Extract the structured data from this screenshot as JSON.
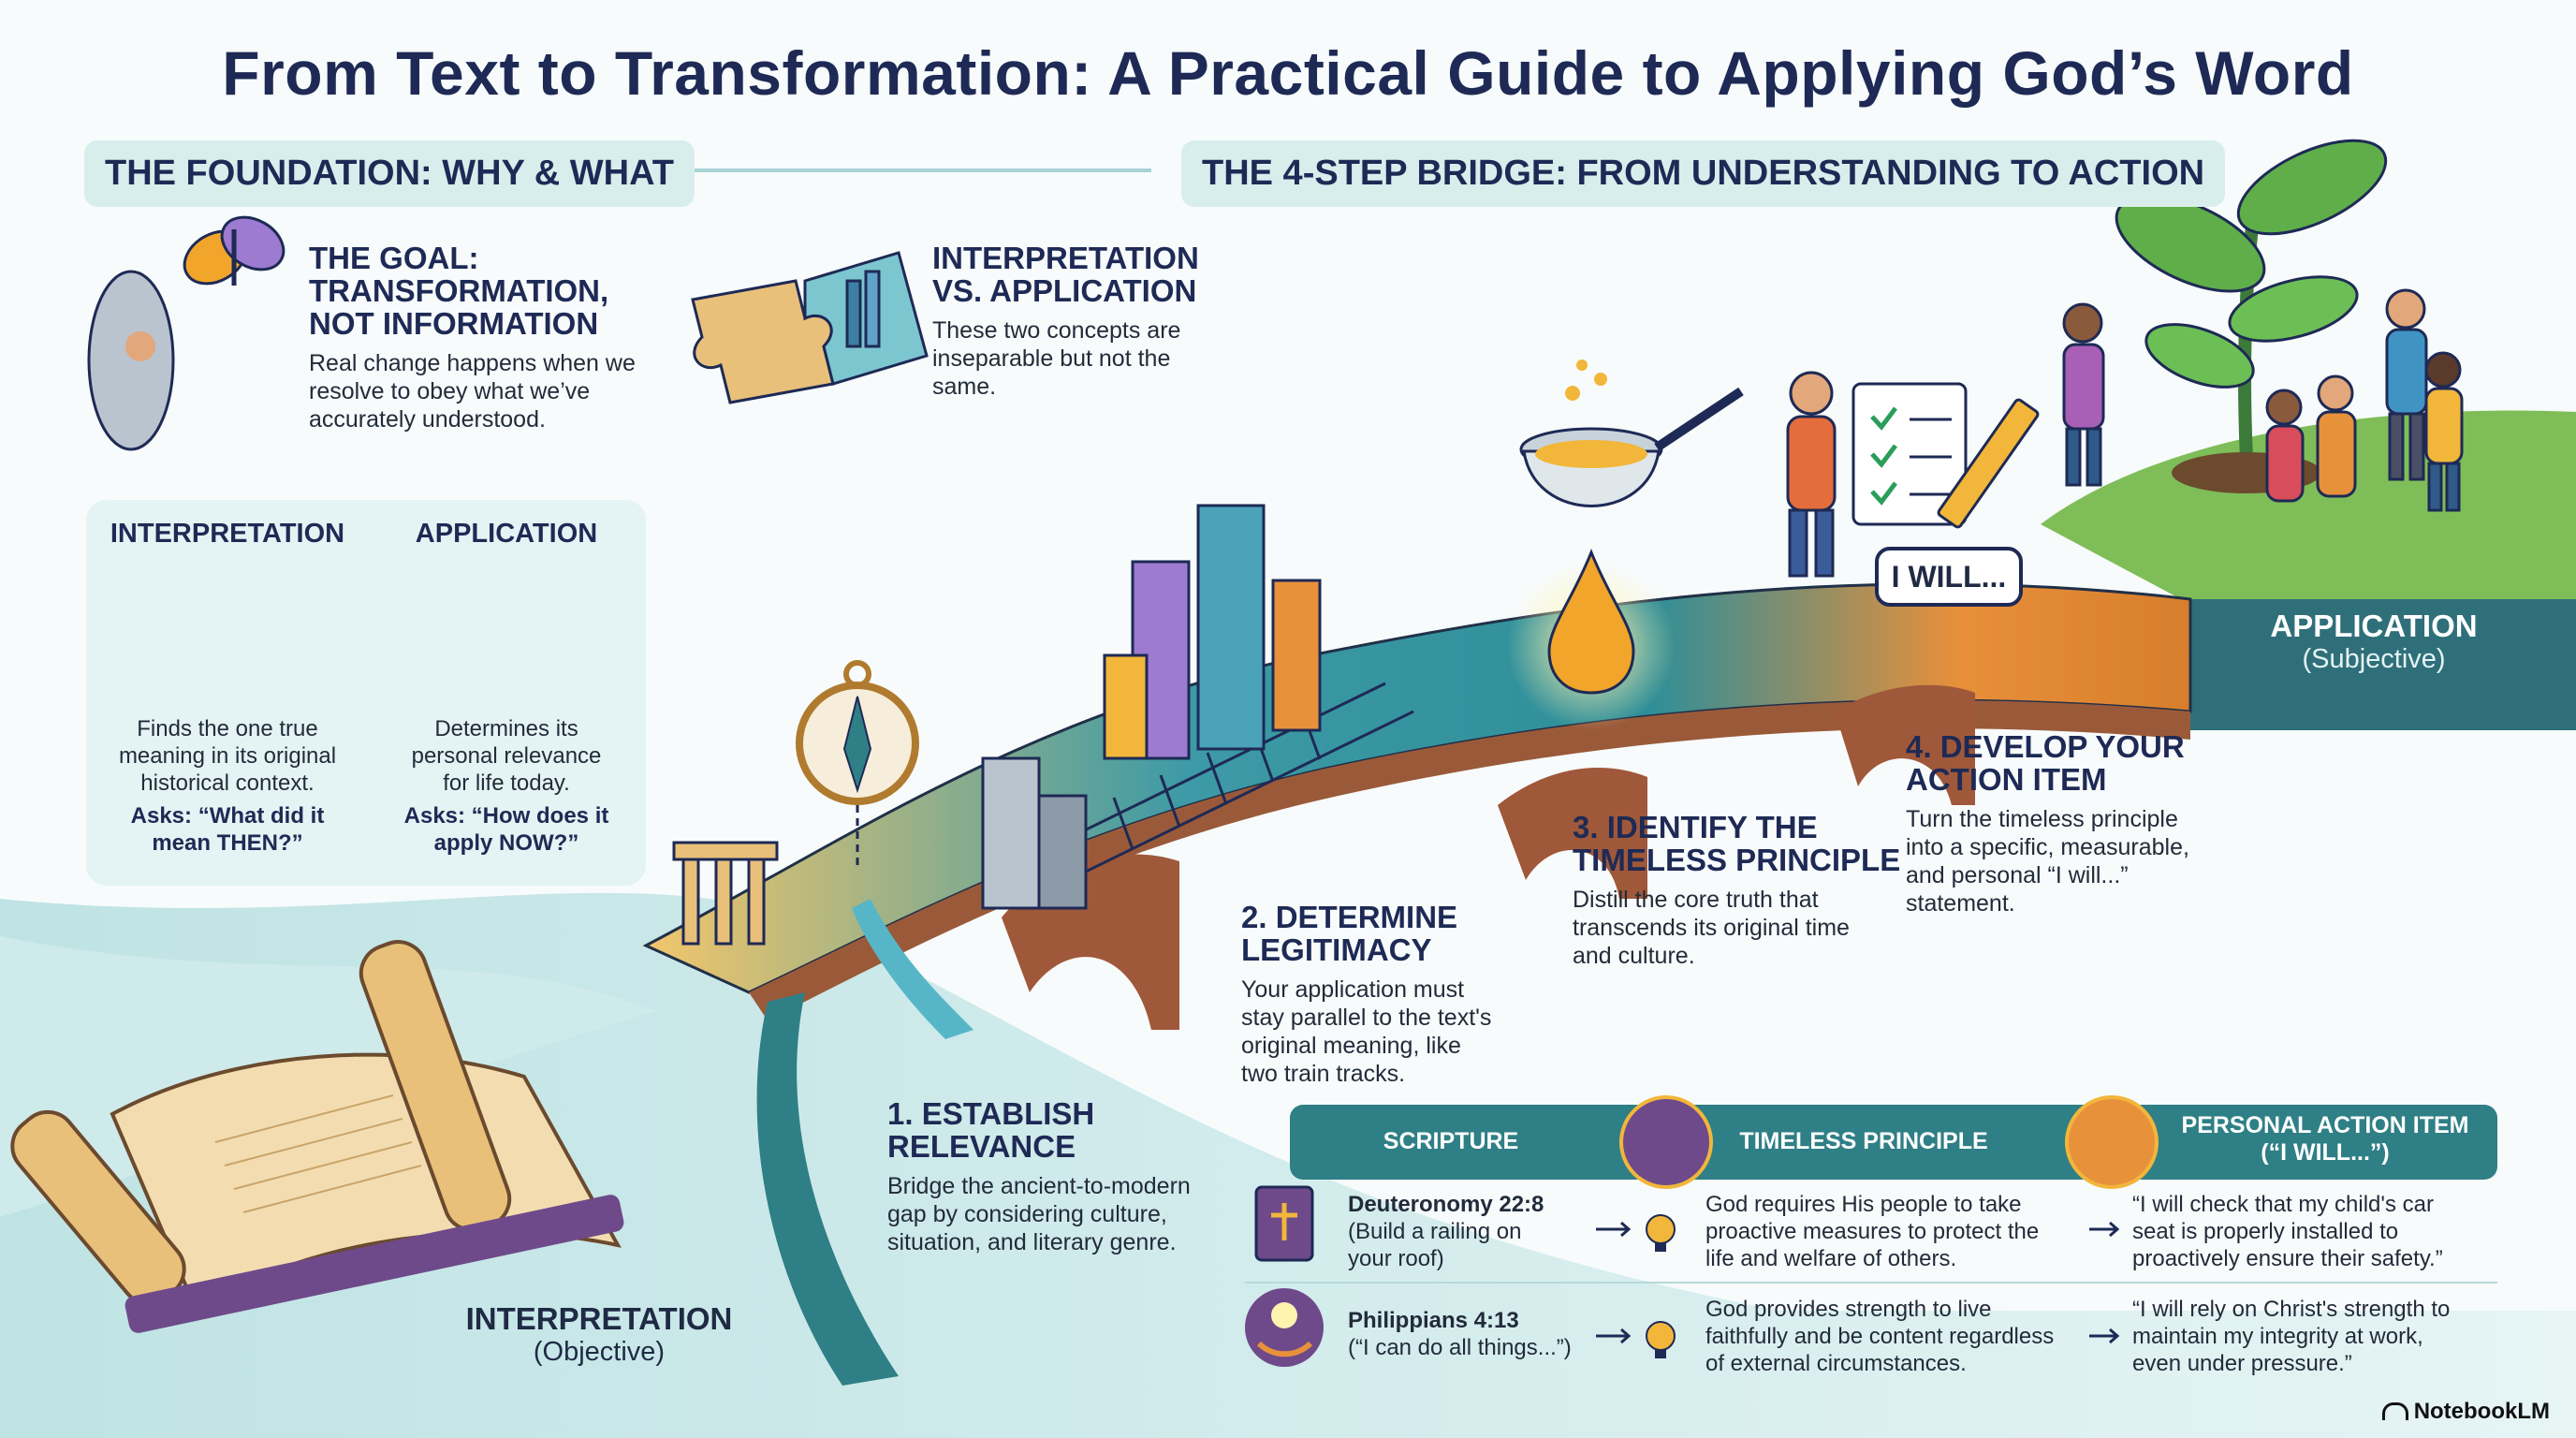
{
  "title": "From Text to Transformation: A Practical Guide to Applying God’s Word",
  "foundation": {
    "band_label": "THE FOUNDATION: WHY & WHAT",
    "goal": {
      "heading": [
        "THE GOAL:",
        "TRANSFORMATION,",
        "NOT INFORMATION"
      ],
      "text": [
        "Real change happens when we",
        "resolve to obey what we’ve",
        "accurately understood."
      ]
    },
    "interp_vs_app": {
      "heading": [
        "INTERPRETATION",
        "VS. APPLICATION"
      ],
      "text": [
        "These two concepts are",
        "inseparable but not the",
        "same."
      ]
    },
    "compare": {
      "interpretation": {
        "heading": "INTERPRETATION",
        "text": [
          "Finds the one true",
          "meaning in its original",
          "historical context."
        ],
        "asks": [
          "Asks: “What did it",
          "mean THEN?”"
        ]
      },
      "application": {
        "heading": "APPLICATION",
        "text": [
          "Determines its",
          "personal relevance",
          "for life today."
        ],
        "asks": [
          "Asks: “How does it",
          "apply NOW?”"
        ]
      }
    }
  },
  "bridge": {
    "band_label": "THE 4-STEP BRIDGE: FROM UNDERSTANDING TO ACTION",
    "bubble": "I WILL...",
    "steps": [
      {
        "heading": [
          "1. ESTABLISH",
          "RELEVANCE"
        ],
        "text": [
          "Bridge the ancient-to-modern",
          "gap by considering culture,",
          "situation, and literary genre."
        ]
      },
      {
        "heading": [
          "2. DETERMINE",
          "LEGITIMACY"
        ],
        "text": [
          "Your application must",
          "stay parallel to the text's",
          "original meaning, like",
          "two train tracks."
        ]
      },
      {
        "heading": [
          "3. IDENTIFY THE",
          "TIMELESS PRINCIPLE"
        ],
        "text": [
          "Distill the core truth that",
          "transcends its original time",
          "and culture."
        ]
      },
      {
        "heading": [
          "4. DEVELOP YOUR",
          "ACTION ITEM"
        ],
        "text": [
          "Turn the timeless principle",
          "into a specific, measurable,",
          "and personal “I will...”",
          "statement."
        ]
      }
    ],
    "interpretation_end": {
      "label": "INTERPRETATION",
      "sub": "(Objective)"
    },
    "application_end": {
      "label": "APPLICATION",
      "sub": "(Subjective)"
    }
  },
  "table": {
    "headers": [
      "SCRIPTURE",
      "TIMELESS PRINCIPLE",
      "PERSONAL ACTION ITEM",
      "(“I WILL...”)"
    ],
    "rows": [
      {
        "ref": "Deuteronomy 22:8",
        "ref_note": [
          "(Build a railing on",
          "your roof)"
        ],
        "principle": [
          "God requires His people to take",
          "proactive measures to protect the",
          "life and welfare of others."
        ],
        "action": [
          "“I will check that my child's car",
          "seat is properly installed to",
          "proactively ensure their safety.”"
        ]
      },
      {
        "ref": "Philippians 4:13",
        "ref_note": [
          "(“I can do all things...”)"
        ],
        "principle": [
          "God provides strength to live",
          "faithfully and be content regardless",
          "of external circumstances."
        ],
        "action": [
          "“I will rely on Christ's strength to",
          "maintain my integrity at work,",
          "even under pressure.”"
        ]
      }
    ]
  },
  "footer": "NotebookLM",
  "colors": {
    "navy": "#1e2a55",
    "teal": "#2f7f86",
    "band": "#d8eeec",
    "orange": "#e8913b",
    "gold": "#f2b63a"
  },
  "icons": [
    "butterfly-icon",
    "cocoon-icon",
    "puzzle-icon",
    "map-icon",
    "thinking-person-icon",
    "scroll-icon",
    "compass-icon",
    "ruins-icon",
    "city-icon",
    "train-tracks-icon",
    "sieve-icon",
    "droplet-icon",
    "checklist-icon",
    "pencil-icon",
    "sapling-icon",
    "people-icon",
    "bible-icon",
    "lightbulb-icon",
    "runner-icon",
    "hand-light-icon",
    "notebook-logo-icon"
  ]
}
